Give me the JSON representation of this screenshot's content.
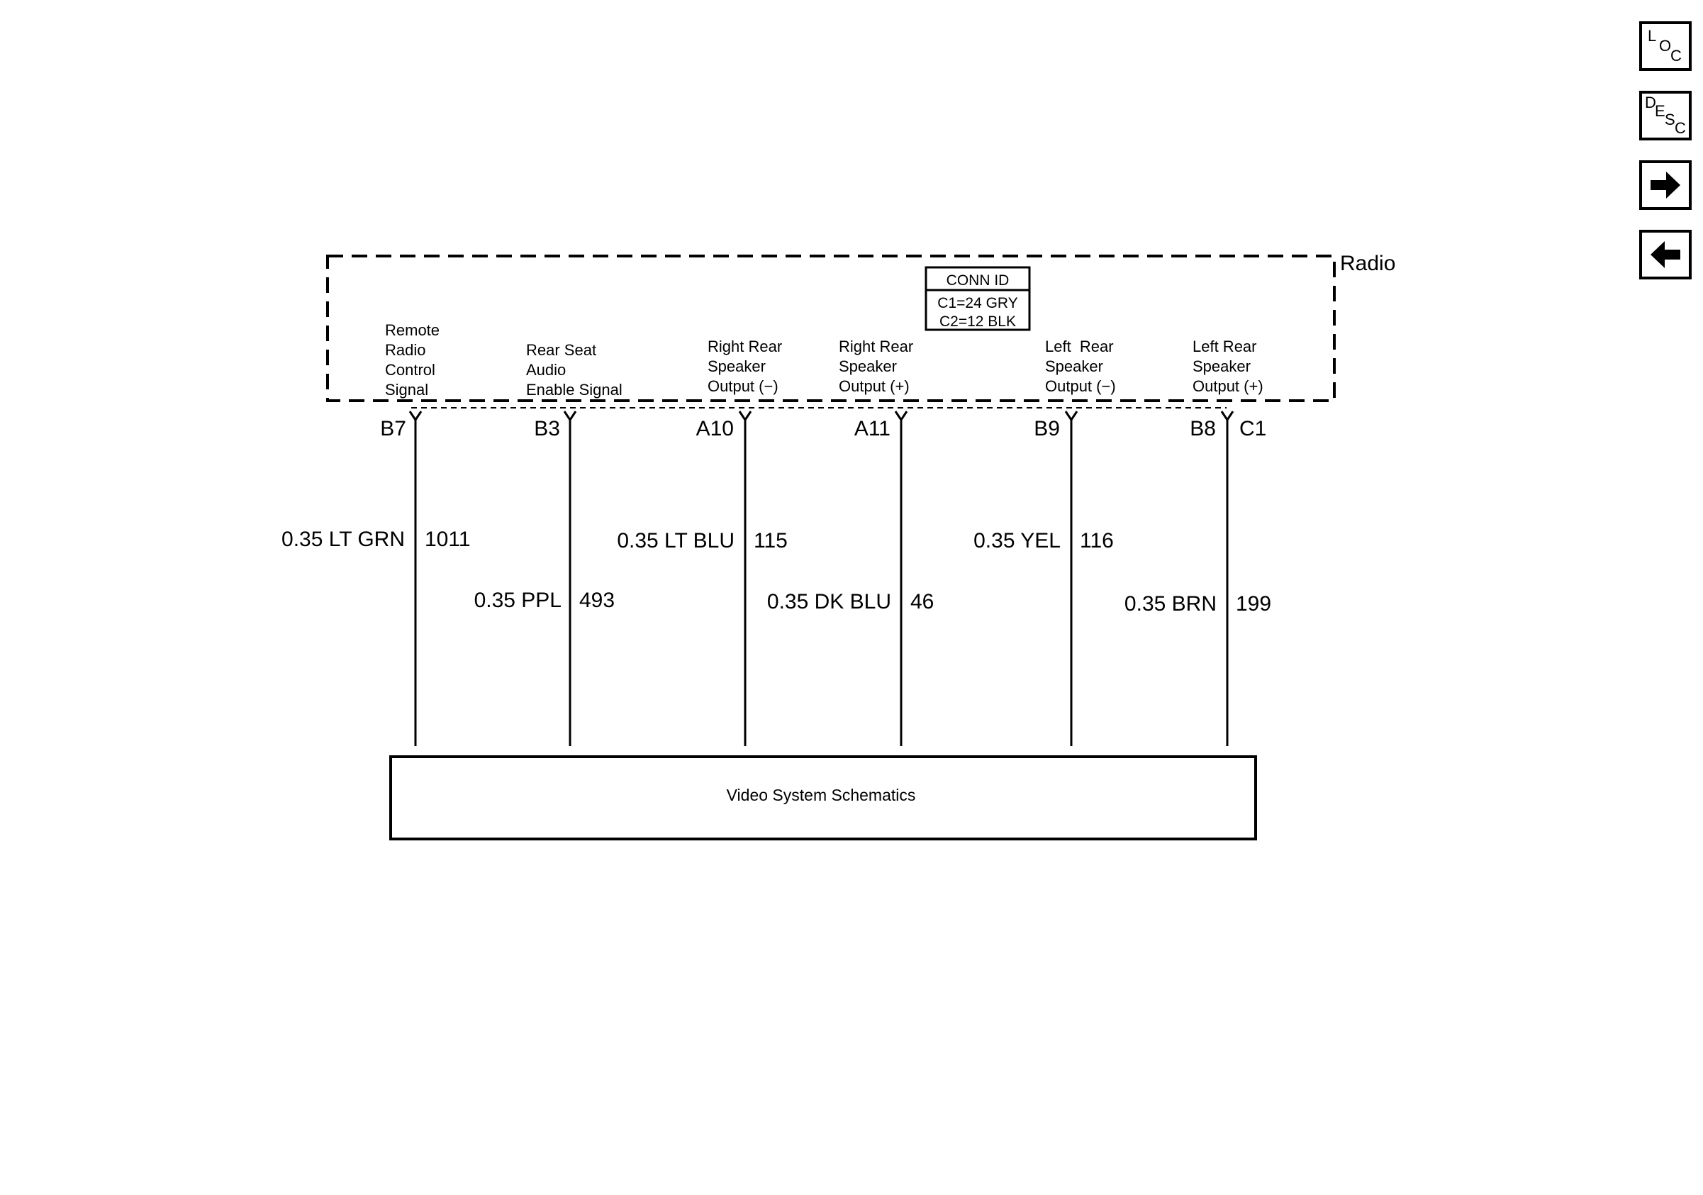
{
  "nav": {
    "loc": [
      "L",
      "O",
      "C"
    ],
    "desc": [
      "D",
      "E",
      "S",
      "C"
    ]
  },
  "radio": {
    "label": "Radio",
    "conn_id": {
      "title": "CONN ID",
      "lines": [
        "C1=24 GRY",
        "C2=12 BLK"
      ]
    }
  },
  "circuits": [
    {
      "desc": [
        "Remote",
        "Radio",
        "Control",
        "Signal"
      ],
      "pin": "B7",
      "wire": "0.35 LT GRN",
      "circuit": "1011"
    },
    {
      "desc": [
        "Rear Seat",
        "Audio",
        "Enable Signal"
      ],
      "pin": "B3",
      "wire": "0.35 PPL",
      "circuit": "493"
    },
    {
      "desc": [
        "Right Rear",
        "Speaker",
        "Output (−)"
      ],
      "pin": "A10",
      "wire": "0.35 LT BLU",
      "circuit": "115"
    },
    {
      "desc": [
        "Right Rear",
        "Speaker",
        "Output (+)"
      ],
      "pin": "A11",
      "wire": "0.35 DK BLU",
      "circuit": "46"
    },
    {
      "desc": [
        "Left  Rear",
        "Speaker",
        "Output (−)"
      ],
      "pin": "B9",
      "wire": "0.35 YEL",
      "circuit": "116"
    },
    {
      "desc": [
        "Left Rear",
        "Speaker",
        "Output (+)"
      ],
      "pin": "B8",
      "connector": "C1",
      "wire": "0.35 BRN",
      "circuit": "199"
    }
  ],
  "destination": {
    "label": "Video System Schematics"
  }
}
